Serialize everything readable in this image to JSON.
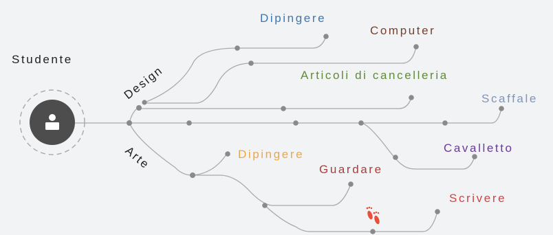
{
  "root": {
    "label": "Studente",
    "icon": "user-icon"
  },
  "branches": {
    "design": {
      "label": "Design"
    },
    "arte": {
      "label": "Arte"
    }
  },
  "leaves": {
    "dipingere_design": {
      "label": "Dipingere",
      "color": "#3a78b5"
    },
    "computer": {
      "label": "Computer",
      "color": "#7a3f2a"
    },
    "articoli": {
      "label": "Articoli di cancelleria",
      "color": "#5f8a3a"
    },
    "scaffale": {
      "label": "Scaffale",
      "color": "#8094b4"
    },
    "cavalletto": {
      "label": "Cavalletto",
      "color": "#6a3a9a"
    },
    "dipingere_arte": {
      "label": "Dipingere",
      "color": "#f0a640"
    },
    "guardare": {
      "label": "Guardare",
      "color": "#b03a3a"
    },
    "scrivere": {
      "label": "Scrivere",
      "color": "#d84040"
    }
  },
  "footprint": {
    "icon": "footprint-icon",
    "color": "#e8503a"
  }
}
